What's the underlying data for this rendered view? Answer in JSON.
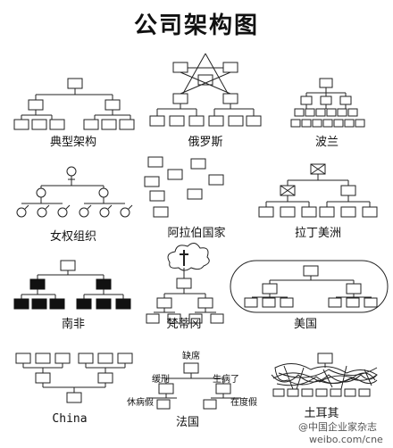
{
  "title": "公司架构图",
  "panels": {
    "typical": "典型架构",
    "russia": "俄罗斯",
    "poland": "波兰",
    "matriarchy": "女权组织",
    "arab": "阿拉伯国家",
    "latin": "拉丁美洲",
    "southafrica": "南非",
    "vatican": "梵蒂冈",
    "usa": "美国",
    "china": "China",
    "france": "法国",
    "turkey": "土耳其"
  },
  "france_nodes": {
    "top": "缺席",
    "left": "缓刑",
    "right": "生病了",
    "bottom_left": "休病假",
    "bottom_right": "在度假"
  },
  "watermark": {
    "handle": "@中国企业家杂志",
    "site": "weibo.com/cne"
  }
}
